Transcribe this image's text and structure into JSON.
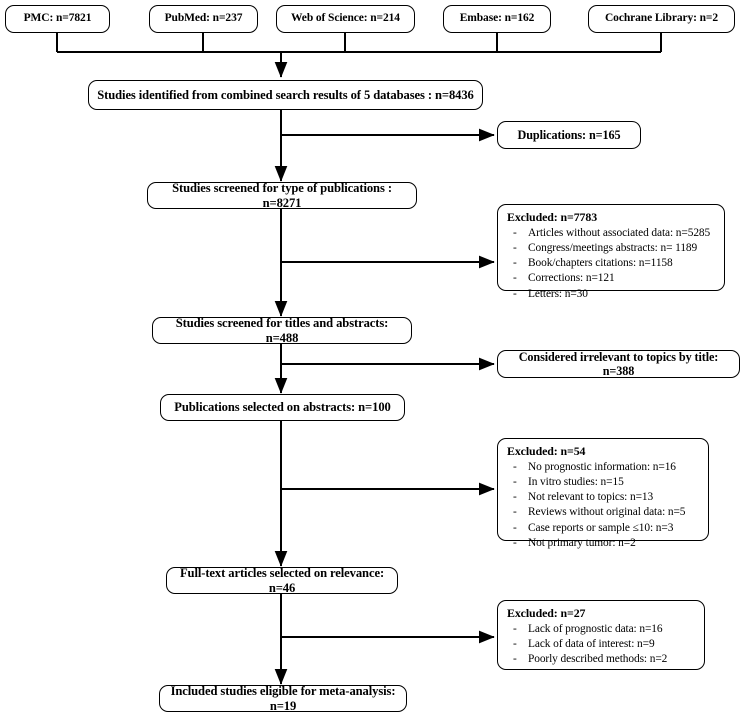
{
  "diagram": {
    "type": "prisma-flow-diagram",
    "title": "",
    "databases": [
      {
        "id": "pmc",
        "label": "PMC: n=7821"
      },
      {
        "id": "pubmed",
        "label": "PubMed: n=237"
      },
      {
        "id": "wos",
        "label": "Web of Science: n=214"
      },
      {
        "id": "embase",
        "label": "Embase: n=162"
      },
      {
        "id": "cochrane",
        "label": "Cochrane Library: n=2"
      }
    ],
    "stages": [
      {
        "id": "identified",
        "label": "Studies identified from combined search results of 5 databases : n=8436"
      },
      {
        "id": "screened-type",
        "label": "Studies screened for type of publications : n=8271"
      },
      {
        "id": "screened-titles",
        "label": "Studies screened for titles and abstracts: n=488"
      },
      {
        "id": "selected-abstracts",
        "label": "Publications selected on abstracts: n=100"
      },
      {
        "id": "fulltext",
        "label": "Full-text articles selected on relevance: n=46"
      },
      {
        "id": "included",
        "label": "Included studies eligible for meta-analysis: n=19"
      }
    ],
    "side_boxes": [
      {
        "id": "duplications",
        "kind": "simple",
        "label": "Duplications: n=165"
      },
      {
        "id": "excluded-7783",
        "kind": "excluded",
        "title": "Excluded: n=7783",
        "items": [
          "Articles without associated data: n=5285",
          "Congress/meetings abstracts: n= 1189",
          "Book/chapters citations: n=1158",
          "Corrections: n=121",
          "Letters: n=30"
        ]
      },
      {
        "id": "irrelevant-by-title",
        "kind": "simple",
        "label": "Considered irrelevant to topics by title: n=388"
      },
      {
        "id": "excluded-54",
        "kind": "excluded",
        "title": "Excluded: n=54",
        "items": [
          "No prognostic information: n=16",
          "In vitro studies: n=15",
          "Not relevant to topics: n=13",
          "Reviews without original data: n=5",
          "Case reports or sample ≤10: n=3",
          "Not primary tumor: n=2"
        ]
      },
      {
        "id": "excluded-27",
        "kind": "excluded",
        "title": "Excluded: n=27",
        "items": [
          "Lack of prognostic data: n=16",
          "Lack of data of interest: n=9",
          "Poorly described methods: n=2"
        ]
      }
    ],
    "bullet_marker": "-",
    "colors": {
      "line": "#000000",
      "box_border": "#000000",
      "background": "#ffffff",
      "text": "#000000"
    }
  }
}
